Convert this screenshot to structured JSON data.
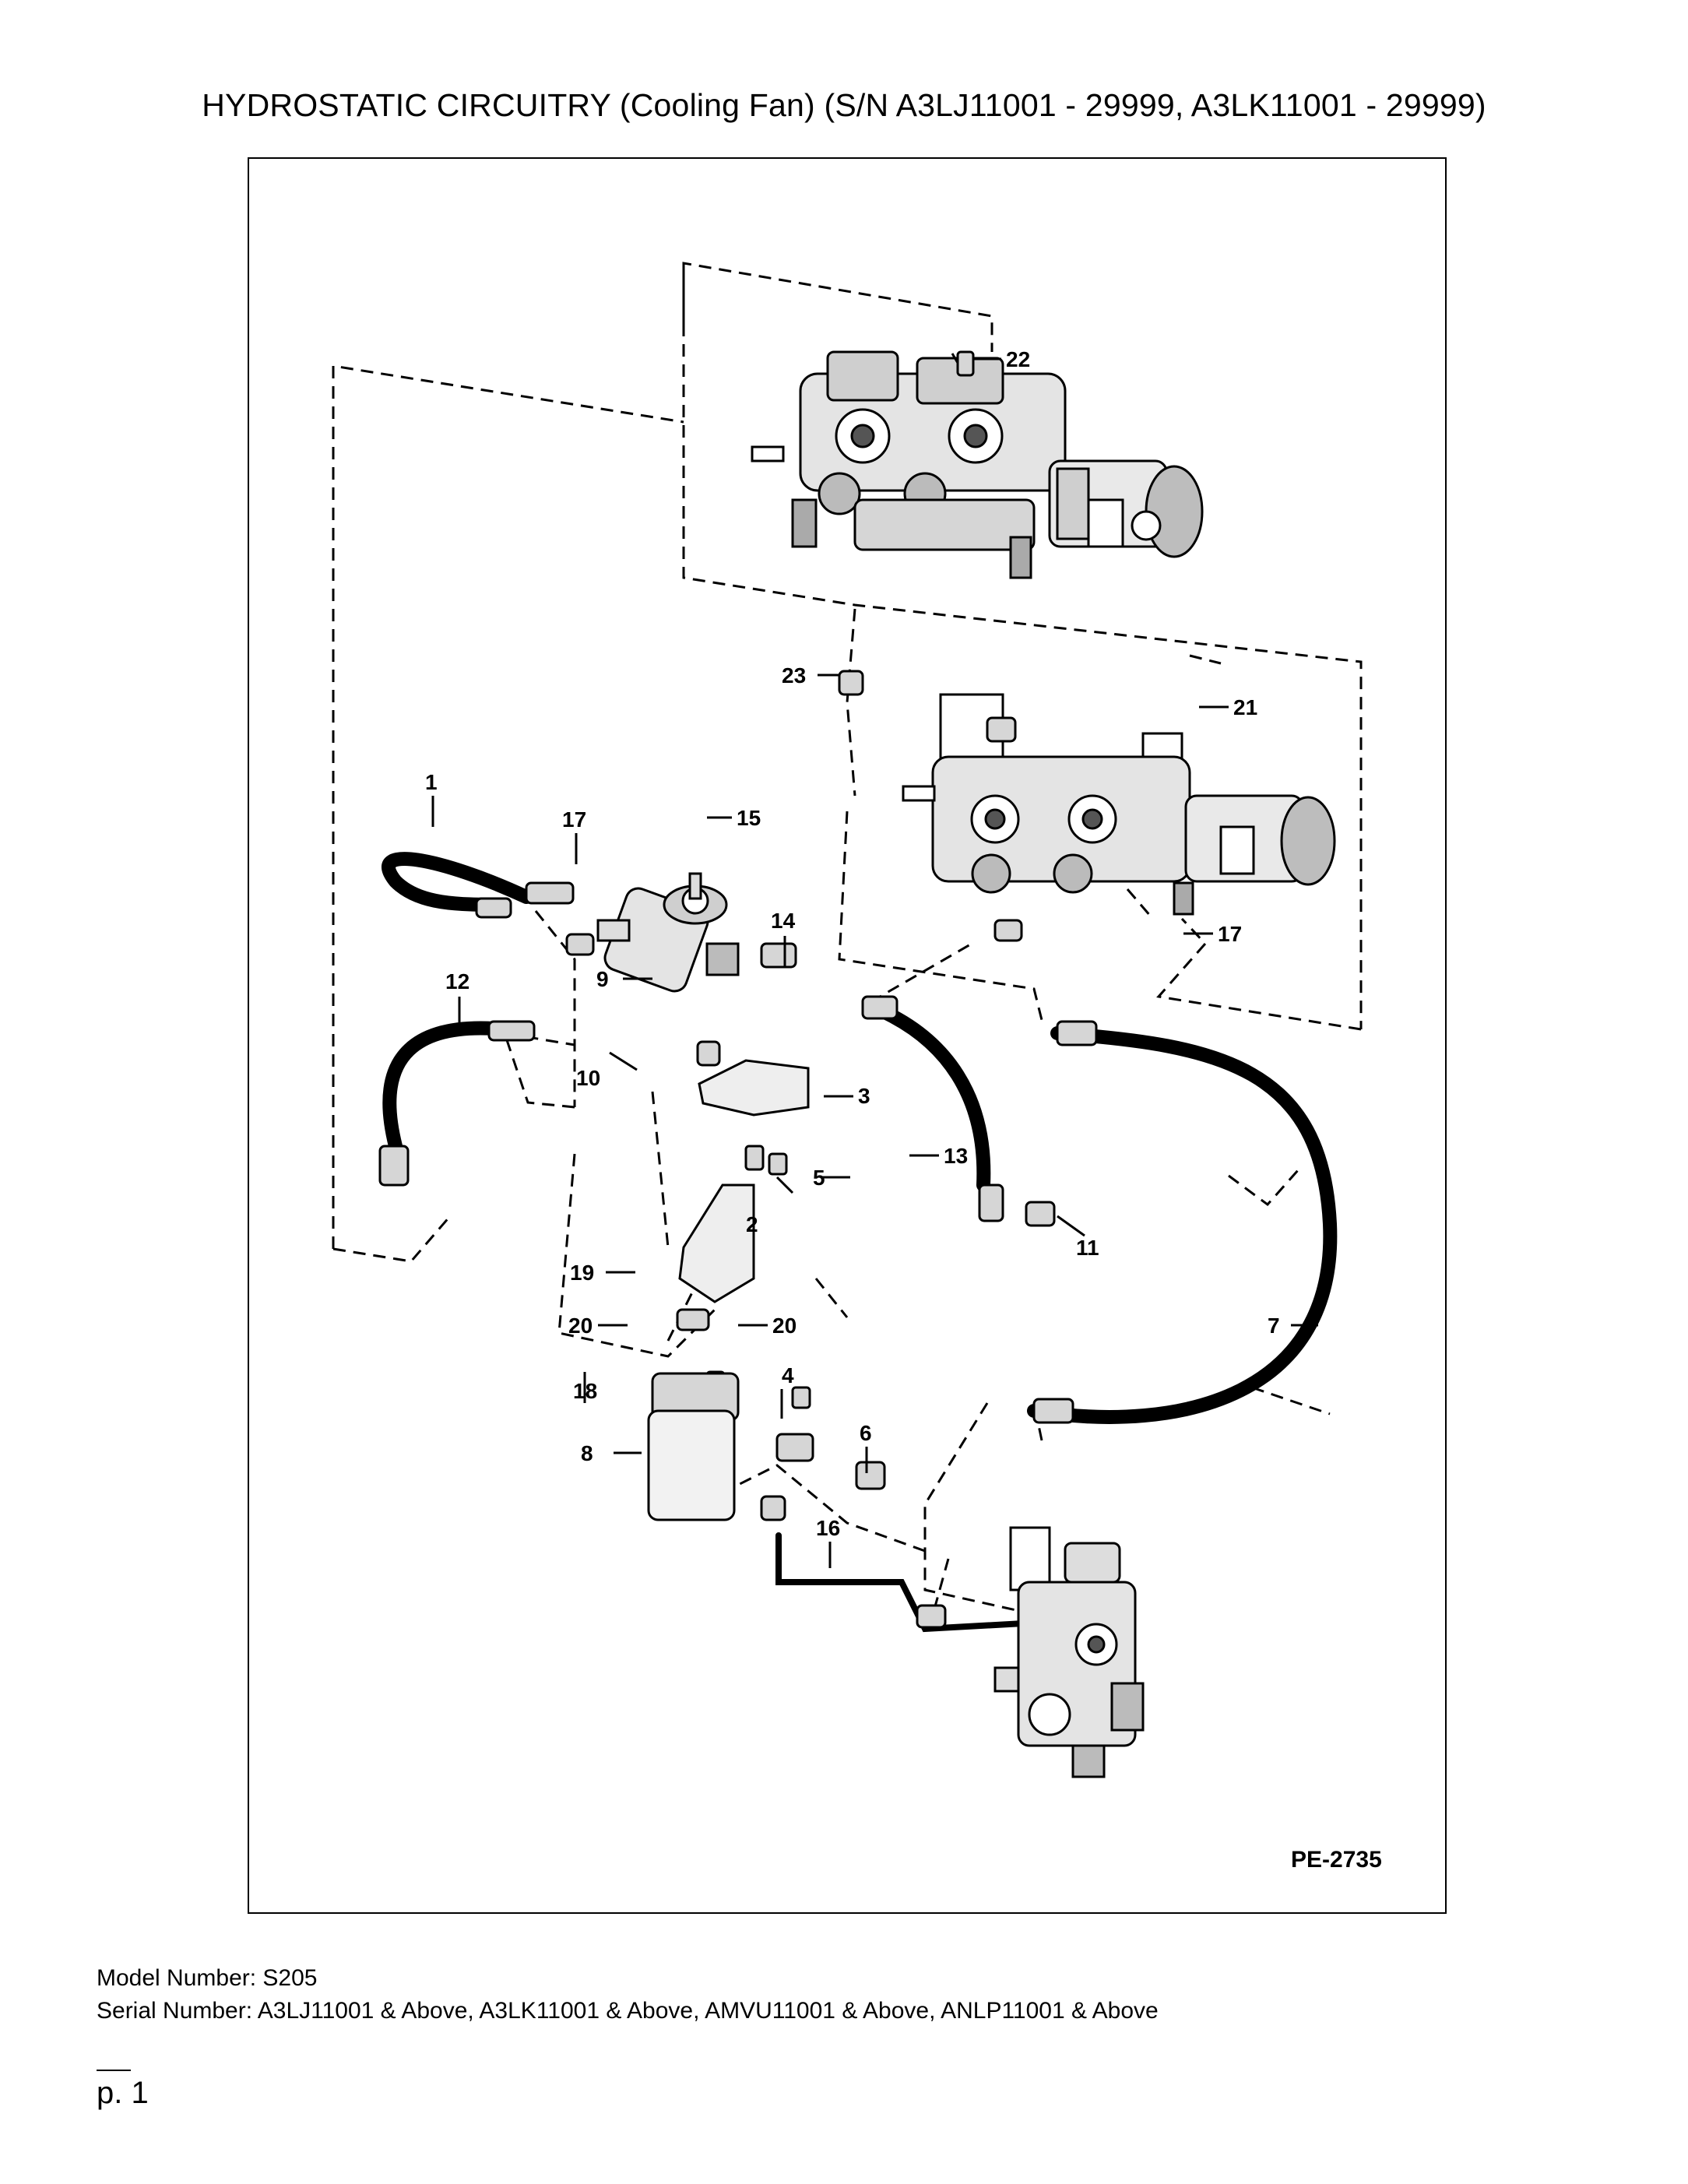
{
  "title": "HYDROSTATIC CIRCUITRY (Cooling Fan) (S/N A3LJ11001 - 29999, A3LK11001 - 29999)",
  "diagram": {
    "reference": "PE-2735",
    "callouts": [
      "1",
      "2",
      "3",
      "4",
      "5",
      "6",
      "7",
      "8",
      "9",
      "10",
      "11",
      "12",
      "13",
      "14",
      "15",
      "16",
      "17",
      "17",
      "18",
      "19",
      "20",
      "20",
      "21",
      "22",
      "23"
    ]
  },
  "footer": {
    "model": "Model Number: S205",
    "serial": "Serial Number: A3LJ11001 & Above, A3LK11001 & Above, AMVU11001 & Above, ANLP11001 & Above"
  },
  "page": "p. 1"
}
